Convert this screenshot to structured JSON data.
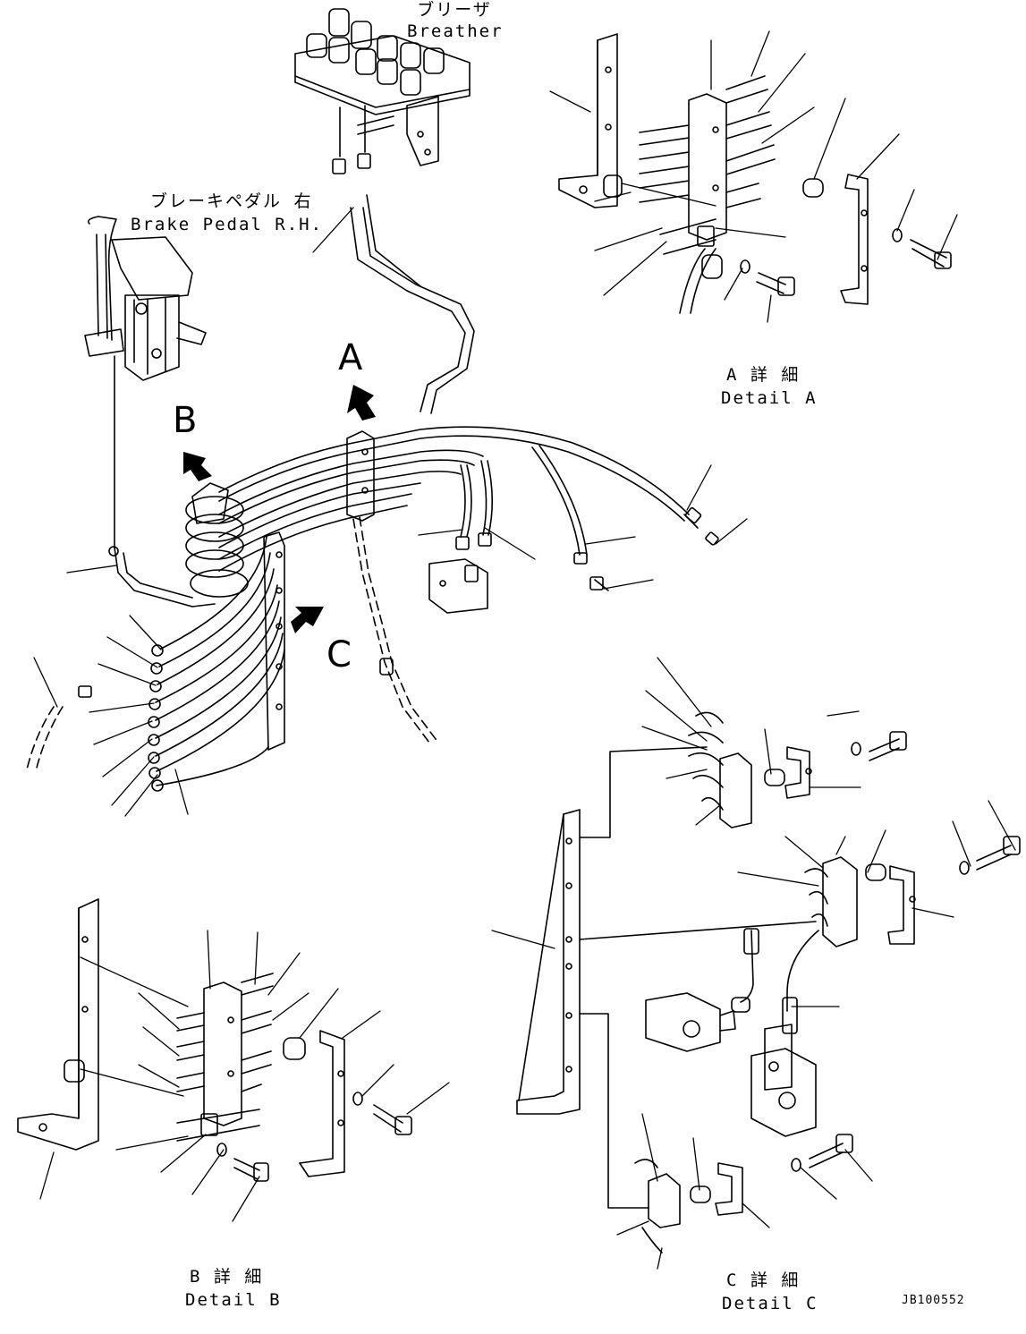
{
  "labels": {
    "breather_jp": "ブリーザ",
    "breather_en": "Breather",
    "brake_pedal_jp": "ブレーキペダル 右",
    "brake_pedal_en": "Brake Pedal R.H.",
    "detail_a_jp": "A 詳 細",
    "detail_a_en": "Detail A",
    "detail_b_jp": "B 詳 細",
    "detail_b_en": "Detail B",
    "detail_c_jp": "C 詳 細",
    "detail_c_en": "Detail C",
    "view_a": "A",
    "view_b": "B",
    "view_c": "C",
    "drawing_code": "JB100552"
  }
}
